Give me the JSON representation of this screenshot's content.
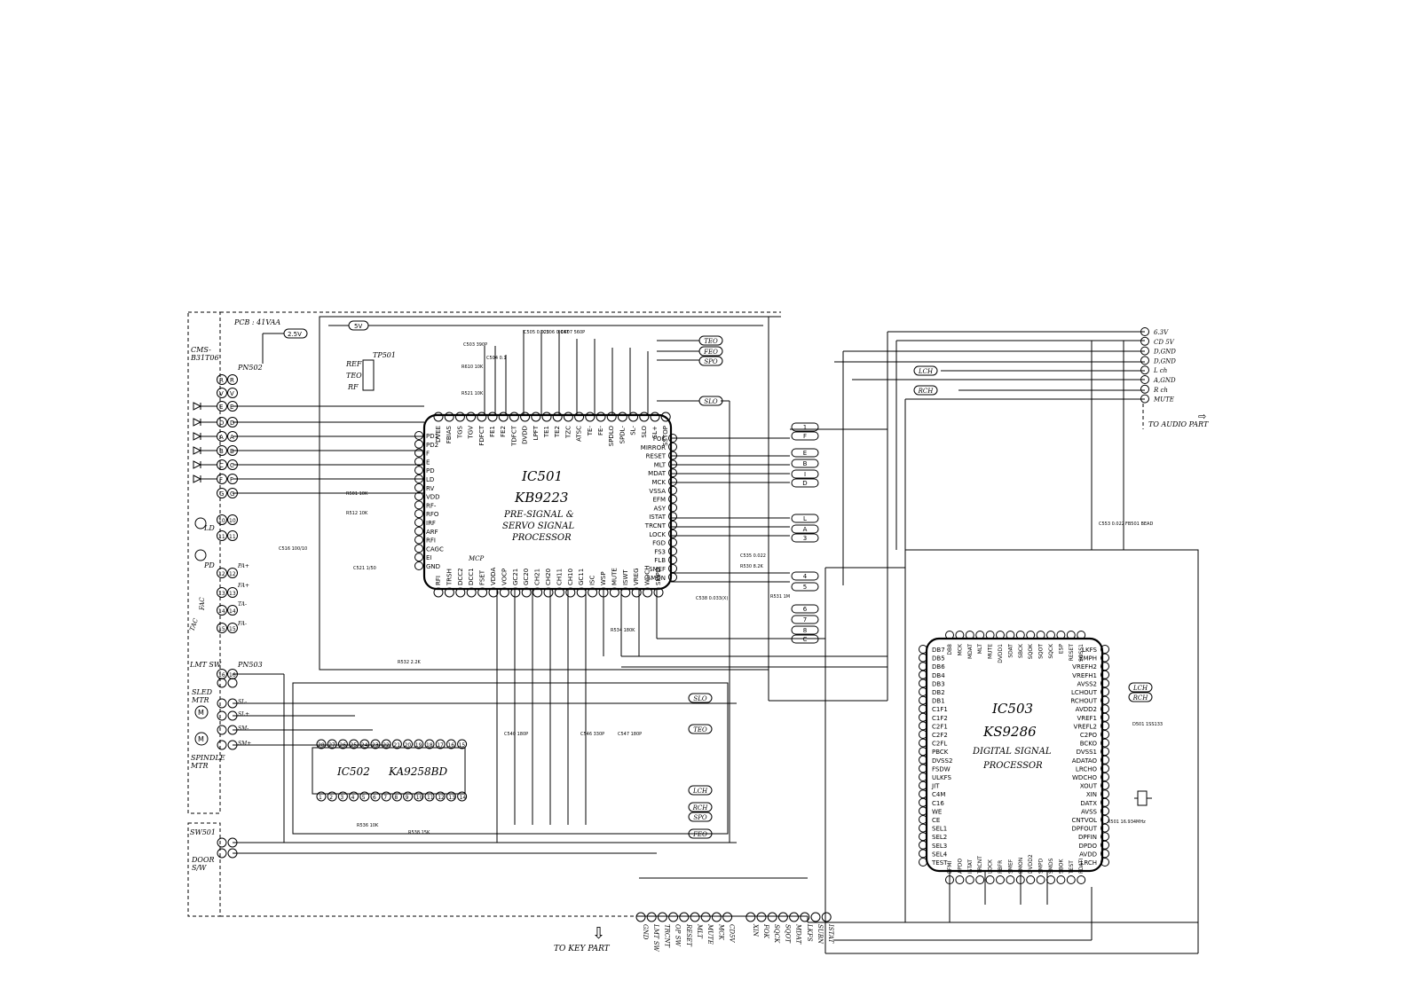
{
  "connectors": {
    "cms": [
      "CMS-",
      "B31T06"
    ],
    "pcb": "PCB : 41VAA",
    "pn502": "PN502",
    "pn503": "PN503",
    "sw501": "SW501",
    "lmt_sw": "LMT SW",
    "door": [
      "DOOR",
      "S/W"
    ]
  },
  "rails": {
    "v25": "2.5V",
    "v5": "5V"
  },
  "tp501": {
    "name": "TP501",
    "pins": [
      "REF",
      "TEO",
      "RF"
    ]
  },
  "pickup_letters": [
    "R",
    "V",
    "E",
    "D",
    "A",
    "B",
    "C",
    "F",
    "G"
  ],
  "pickup_numbers": [
    "10",
    "11",
    "12",
    "13",
    "14",
    "15",
    "16"
  ],
  "misc_labels": [
    "LD",
    "PD",
    "PA+",
    "FA+",
    "TA-",
    "FA-",
    "FAC",
    "TAC"
  ],
  "motors": {
    "sled": [
      "SLED",
      "MTR"
    ],
    "spindle": [
      "SPINDLE",
      "MTR"
    ],
    "pins": [
      "SL-",
      "SL+",
      "SM-",
      "SM+"
    ]
  },
  "ic501": {
    "ref": "IC501",
    "part": "KB9223",
    "desc": [
      "PRE-SIGNAL &",
      "SERVO SIGNAL",
      "PROCESSOR"
    ],
    "top_pins": [
      "DVEE",
      "FBIAS",
      "TGS",
      "TGV",
      "FDFCT",
      "FE1",
      "FE2",
      "TDFCT",
      "DVDD",
      "LPFT",
      "TE1",
      "TE2",
      "TZC",
      "ATSC",
      "TE-",
      "FE-",
      "SPDLO",
      "SPDL-",
      "SL-",
      "SLO",
      "SL+",
      "SSTOP"
    ],
    "left_pins": [
      "PD1",
      "PD2",
      "F",
      "E",
      "PD",
      "LD",
      "RV",
      "VDD",
      "RF-",
      "RFO",
      "IRF",
      "ARF",
      "RFI",
      "CAGC",
      "EI",
      "GND"
    ],
    "right_pins": [
      "FOK",
      "MIRROR",
      "RESET",
      "MLT",
      "MDAT",
      "MCK",
      "VSSA",
      "EFM",
      "ASY",
      "ISTAT",
      "TRCNT",
      "LOCK",
      "FGD",
      "FS3",
      "FLB",
      "SMEF",
      "SMON"
    ],
    "bottom_pins": [
      "RFI",
      "TRSH",
      "DCC2",
      "DCC1",
      "FSET",
      "VDDA",
      "VOCP",
      "GC21",
      "GC20",
      "CH21",
      "CH20",
      "CH11",
      "CH10",
      "GC11",
      "ISC",
      "WSP",
      "MUTE",
      "ISWT",
      "VREG",
      "WDCH",
      "SMPD"
    ],
    "mcp": "MCP"
  },
  "ic502": {
    "ref": "IC502",
    "part": "KA9258BD",
    "pins_top": [
      "28",
      "27",
      "26",
      "25",
      "24",
      "23",
      "22",
      "21",
      "20",
      "19",
      "18",
      "17",
      "16",
      "15"
    ],
    "pins_bottom": [
      "1",
      "2",
      "3",
      "4",
      "5",
      "6",
      "7",
      "8",
      "9",
      "10",
      "11",
      "12",
      "13",
      "14"
    ]
  },
  "ic503": {
    "ref": "IC503",
    "part": "KS9286",
    "desc": [
      "DIGITAL SIGNAL",
      "PROCESSOR"
    ],
    "left_pins": [
      "DB7",
      "DB5",
      "DB6",
      "DB4",
      "DB3",
      "DB2",
      "DB1",
      "C1F1",
      "C1F2",
      "C2F1",
      "C2F2",
      "C2FL",
      "PBCK",
      "DVSS2",
      "FSDW",
      "ULKFS",
      "JIT",
      "C4M",
      "C16",
      "WE",
      "CE",
      "SEL1",
      "SEL2",
      "SEL3",
      "SEL4",
      "TEST"
    ],
    "right_pins": [
      "LKFS",
      "EMPH",
      "VREFH2",
      "VREFH1",
      "AVSS2",
      "LCHOUT",
      "RCHOUT",
      "AVDD2",
      "VREF1",
      "VREFL2",
      "C2PO",
      "BCKO",
      "DVSS1",
      "ADATAO",
      "LRCHO",
      "WDCHO",
      "XOUT",
      "XIN",
      "DATX",
      "AVSS",
      "CNTVOL",
      "DPFOUT",
      "DPFIN",
      "DPDO",
      "AVDD",
      "LRCH"
    ],
    "top_pins": [
      "DB8",
      "MCK",
      "MDAT",
      "MLT",
      "MUTE",
      "DVDD1",
      "SDAT",
      "SBCK",
      "SQOK",
      "SQOT",
      "SQCK",
      "ESP",
      "RESET",
      "SOSS1"
    ],
    "bottom_pins": [
      "EFMI",
      "APDO",
      "ISTAT",
      "TRCNT",
      "LOCK",
      "PBFR",
      "SMEF",
      "SMON",
      "DVDD2",
      "SMPD",
      "SMDS",
      "SBOK",
      "TEST",
      "PDATI"
    ]
  },
  "net_tags": [
    "TEO",
    "FEO",
    "SPO",
    "SLO",
    "LCH",
    "RCH",
    "SLO",
    "TEO",
    "LCH",
    "RCH",
    "SPO",
    "FEO",
    "LCH",
    "RCH"
  ],
  "cross_refs": [
    "1",
    "F",
    "E",
    "B",
    "I",
    "D",
    "L",
    "A",
    "3",
    "4",
    "5",
    "6",
    "7",
    "8",
    "C"
  ],
  "audio_part": {
    "pins": [
      "6.3V",
      "CD 5V",
      "D,GND",
      "D,GND",
      "L ch",
      "A,GND",
      "R ch",
      "MUTE"
    ],
    "label": "TO AUDIO PART"
  },
  "key_part": {
    "label": "TO KEY PART",
    "pins": [
      "GND",
      "LMT SW",
      "TRCNT",
      "OP SW",
      "RESET",
      "MLT",
      "MUTE",
      "MCK",
      "CD5V",
      "XIN",
      "FOK",
      "SQCK",
      "SQOT",
      "MDAT",
      "LKFS",
      "SUBN",
      "ISTAT"
    ]
  },
  "components": [
    "R501 10K",
    "R512 10K",
    "C516 100/10",
    "C503 390P",
    "C504 0.1",
    "C505 0.022",
    "C506 0.047",
    "C507 560P",
    "R610 10K",
    "R521 10K",
    "C553 0.022",
    "FB501 BEAD",
    "X501 16.934MHz",
    "C540 180P",
    "C546 330P",
    "C547 180P",
    "R536 10K",
    "R538 15K",
    "R532 2.2K",
    "R534 180K",
    "R530 8.2K",
    "R531 1M",
    "D501 1SS133",
    "C521 1/50",
    "C538 0.033(X)",
    "C535 0.022"
  ]
}
